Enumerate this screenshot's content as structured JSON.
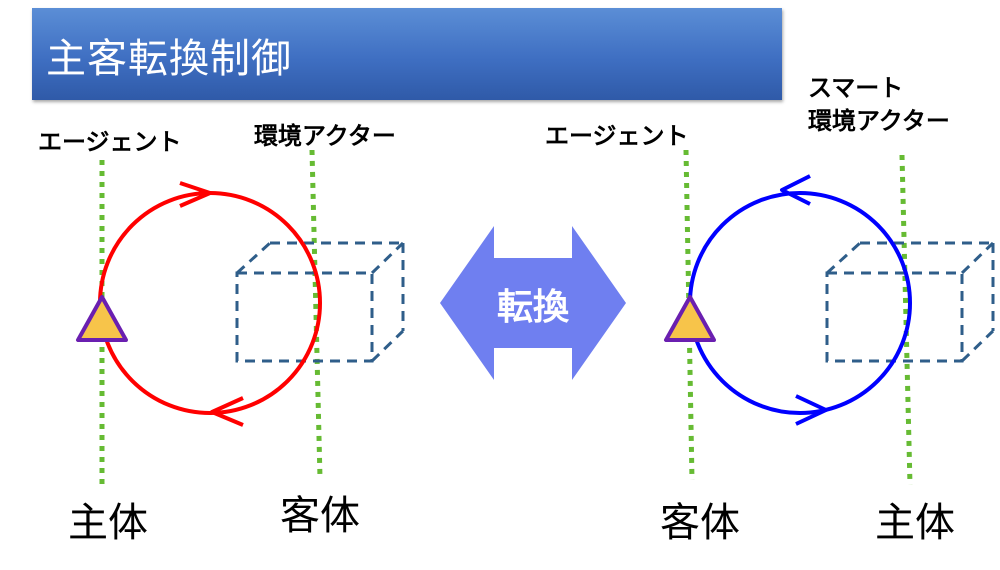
{
  "slide": {
    "title": "主客転換制御",
    "center_label": "転換",
    "left": {
      "agent_label": "エージェント",
      "actor_label": "環境アクター",
      "subject_label": "主体",
      "object_label": "客体",
      "loop_color": "#ff0000"
    },
    "right": {
      "agent_label": "エージェント",
      "actor_line1": "スマート",
      "actor_line2": "環境アクター",
      "object_label": "客体",
      "subject_label": "主体",
      "loop_color": "#0000ff"
    },
    "colors": {
      "title_bar": "#3f6fc2",
      "center_arrow": "#6f7ff0",
      "guide_line": "#66bb33",
      "box_dash": "#2f5e8a",
      "triangle_fill": "#f7c44a",
      "triangle_stroke": "#6a1fb0"
    }
  }
}
